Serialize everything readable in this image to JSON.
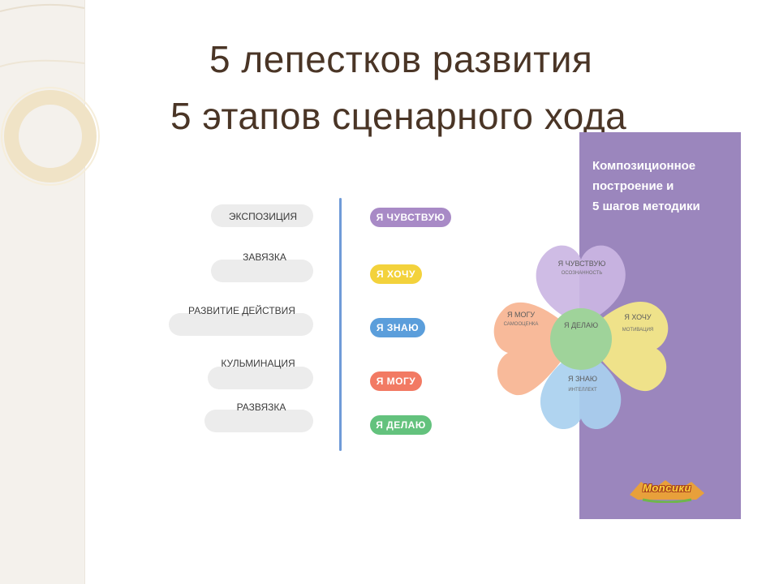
{
  "title": {
    "line1": "5 лепестков развития",
    "line2": "5 этапов сценарного хода"
  },
  "stages": [
    {
      "label": "ЭКСПОЗИЦИЯ"
    },
    {
      "label": "ЗАВЯЗКА"
    },
    {
      "label": "РАЗВИТИЕ ДЕЙСТВИЯ"
    },
    {
      "label": "КУЛЬМИНАЦИЯ"
    },
    {
      "label": "РАЗВЯЗКА"
    }
  ],
  "petals": [
    {
      "label": "Я ЧУВСТВУЮ",
      "color": "#a88ac6"
    },
    {
      "label": "Я ХОЧУ",
      "color": "#f3d23c"
    },
    {
      "label": "Я ЗНАЮ",
      "color": "#5b9edb"
    },
    {
      "label": "Я МОГУ",
      "color": "#f27a63"
    },
    {
      "label": "Я ДЕЛАЮ",
      "color": "#63c27d"
    }
  ],
  "panel": {
    "line1": "Композиционное",
    "line2": "построение и",
    "line3": "5 шагов методики",
    "color": "#9b86bd"
  },
  "flower": {
    "top": {
      "title": "Я ЧУВСТВУЮ",
      "subtitle": "ОСОЗНАННОСТЬ"
    },
    "left": {
      "title": "Я МОГУ",
      "subtitle": "САМООЦЕНКА"
    },
    "center": {
      "title": "Я ДЕЛАЮ"
    },
    "right": {
      "title": "Я ХОЧУ",
      "subtitle": "МОТИВАЦИЯ"
    },
    "bottom": {
      "title": "Я ЗНАЮ",
      "subtitle": "ИНТЕЛЛЕКТ"
    }
  },
  "logo": {
    "text": "Monсики"
  }
}
